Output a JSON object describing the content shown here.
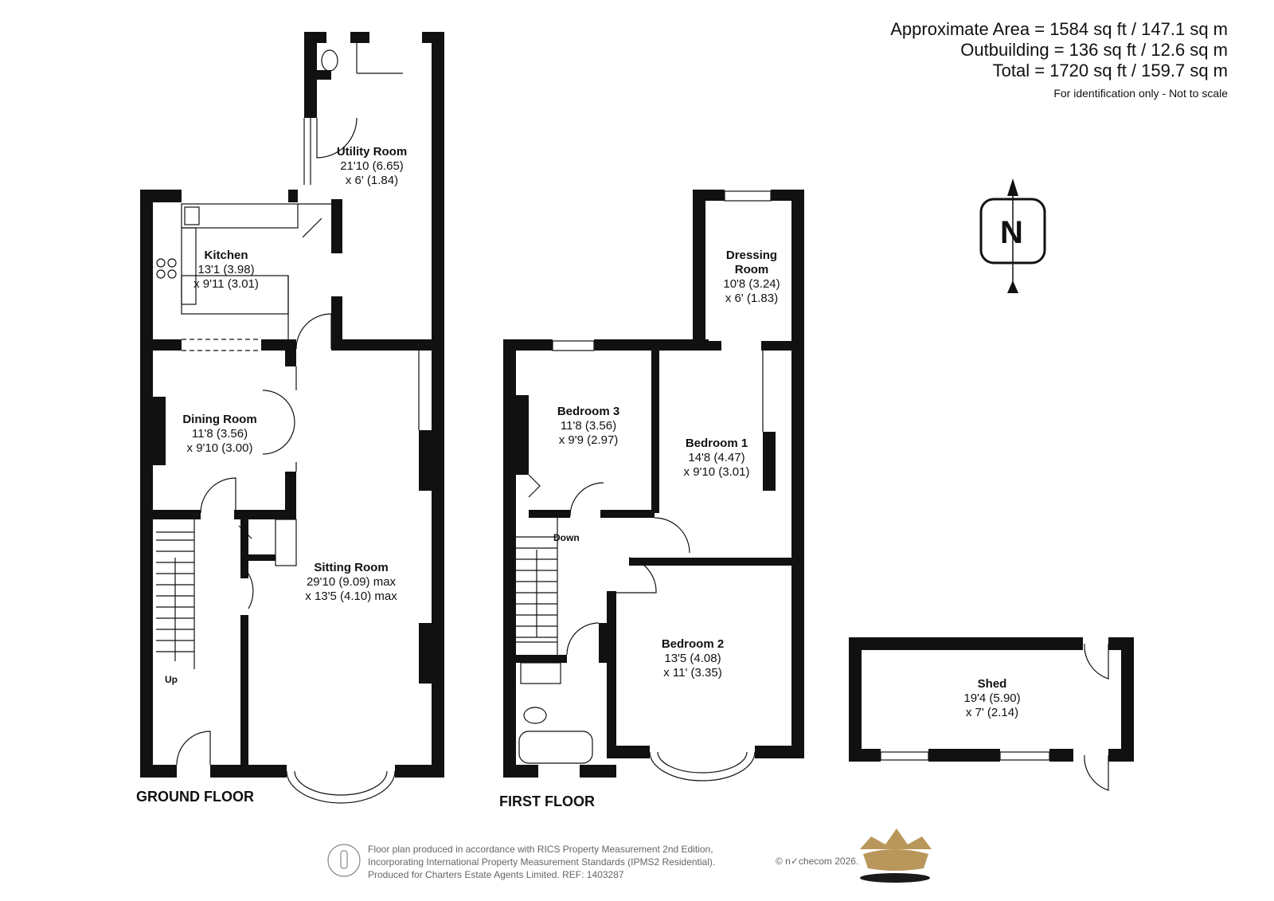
{
  "area": {
    "approximate": "Approximate Area = 1584 sq ft / 147.1 sq m",
    "outbuilding": "Outbuilding = 136 sq ft / 12.6 sq m",
    "total": "Total = 1720 sq ft / 159.7 sq m",
    "note": "For identification only - Not to scale"
  },
  "compass": {
    "letter": "N"
  },
  "floors": {
    "ground": "GROUND FLOOR",
    "first": "FIRST FLOOR"
  },
  "stairs": {
    "up": "Up",
    "down": "Down"
  },
  "rooms": {
    "utility": {
      "name": "Utility Room",
      "dim1": "21'10 (6.65)",
      "dim2": "x 6' (1.84)"
    },
    "kitchen": {
      "name": "Kitchen",
      "dim1": "13'1 (3.98)",
      "dim2": "x 9'11 (3.01)"
    },
    "dining": {
      "name": "Dining Room",
      "dim1": "11'8 (3.56)",
      "dim2": "x 9'10 (3.00)"
    },
    "sitting": {
      "name": "Sitting Room",
      "dim1": "29'10 (9.09) max",
      "dim2": "x 13'5 (4.10) max"
    },
    "dressing": {
      "name1": "Dressing",
      "name2": "Room",
      "dim1": "10'8 (3.24)",
      "dim2": "x 6' (1.83)"
    },
    "bedroom3": {
      "name": "Bedroom 3",
      "dim1": "11'8 (3.56)",
      "dim2": "x 9'9 (2.97)"
    },
    "bedroom1": {
      "name": "Bedroom 1",
      "dim1": "14'8 (4.47)",
      "dim2": "x 9'10 (3.01)"
    },
    "bedroom2": {
      "name": "Bedroom 2",
      "dim1": "13'5 (4.08)",
      "dim2": "x 11' (3.35)"
    },
    "shed": {
      "name": "Shed",
      "dim1": "19'4 (5.90)",
      "dim2": "x 7' (2.14)"
    }
  },
  "footer": {
    "line1": "Floor plan produced in accordance with RICS Property Measurement 2nd Edition,",
    "line2": "Incorporating International Property Measurement Standards (IPMS2 Residential).",
    "line3": "Produced for Charters Estate Agents Limited.   REF: 1403287",
    "copyright": "© n✓checom 2026."
  },
  "colors": {
    "wall": "#111111",
    "logo_gold": "#b9975b",
    "logo_dark": "#1a1a1a",
    "footer_text": "#666666"
  }
}
